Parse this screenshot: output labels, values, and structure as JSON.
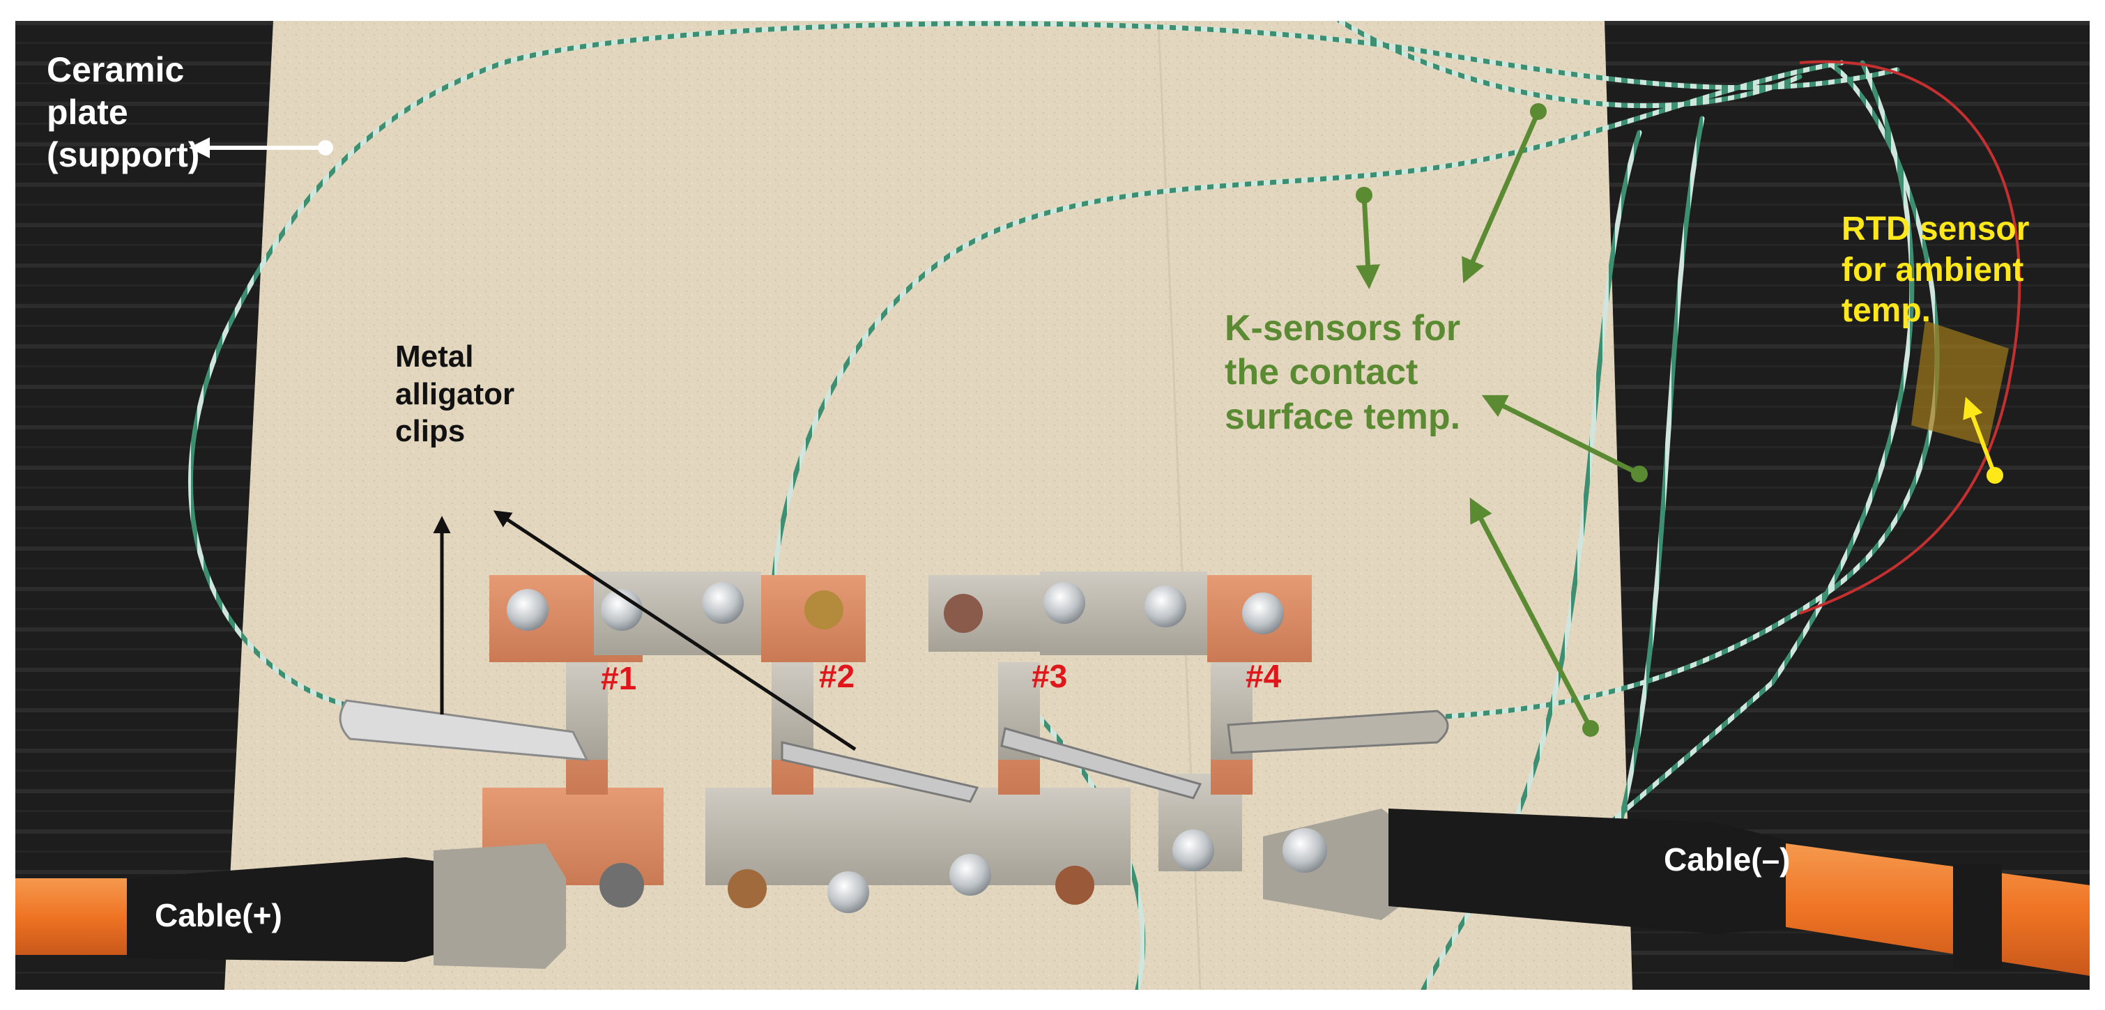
{
  "photo_labels": {
    "ceramic_plate": "Ceramic\nplate\n(support)",
    "alligator_clips": "Metal\nalligator\nclips",
    "k_sensors": "K-sensors for\nthe contact\nsurface temp.",
    "rtd_sensor": "RTD sensor\nfor ambient\ntemp.",
    "junction_1": "#1",
    "junction_2": "#2",
    "junction_3": "#3",
    "junction_4": "#4",
    "cable_positive": "Cable(+)",
    "cable_negative": "Cable(–)"
  },
  "colors": {
    "annotation_white": "#ffffff",
    "annotation_black": "#111111",
    "annotation_green": "#5a8a32",
    "annotation_yellow": "#ffe81a",
    "annotation_red": "#e0161b",
    "ceramic_plate": "#e3d6bf",
    "copper": "#d98a63",
    "aluminum": "#b8b3a8",
    "cable_orange": "#f07a2a",
    "heat_shrink_black": "#1a1a1a"
  }
}
